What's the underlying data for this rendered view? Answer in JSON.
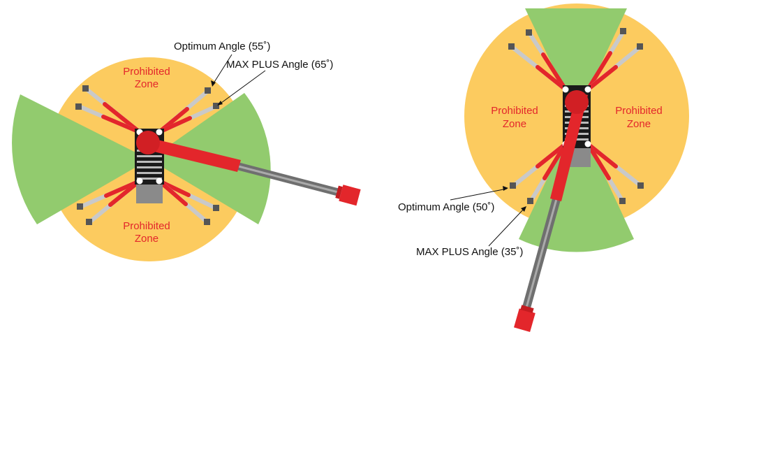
{
  "colors": {
    "prohibited_zone": "#fccb5f",
    "allowed_zone": "#92cb6e",
    "outrigger_red": "#e3262b",
    "outrigger_gray": "#c9c9c9",
    "boom_gray": "#6f6f6f",
    "base_dark": "#1a1a1a",
    "label_red": "#e3262b",
    "label_dark": "#111111"
  },
  "left_diagram": {
    "callouts": {
      "optimum": "Optimum Angle (55˚)",
      "max_plus": "MAX PLUS Angle (65˚)"
    },
    "zones": [
      {
        "line1": "Prohibited",
        "line2": "Zone"
      },
      {
        "line1": "Prohibited",
        "line2": "Zone"
      }
    ]
  },
  "right_diagram": {
    "callouts": {
      "optimum": "Optimum Angle (50˚)",
      "max_plus": "MAX PLUS Angle (35˚)"
    },
    "zones": [
      {
        "line1": "Prohibited",
        "line2": "Zone"
      },
      {
        "line1": "Prohibited",
        "line2": "Zone"
      }
    ]
  }
}
